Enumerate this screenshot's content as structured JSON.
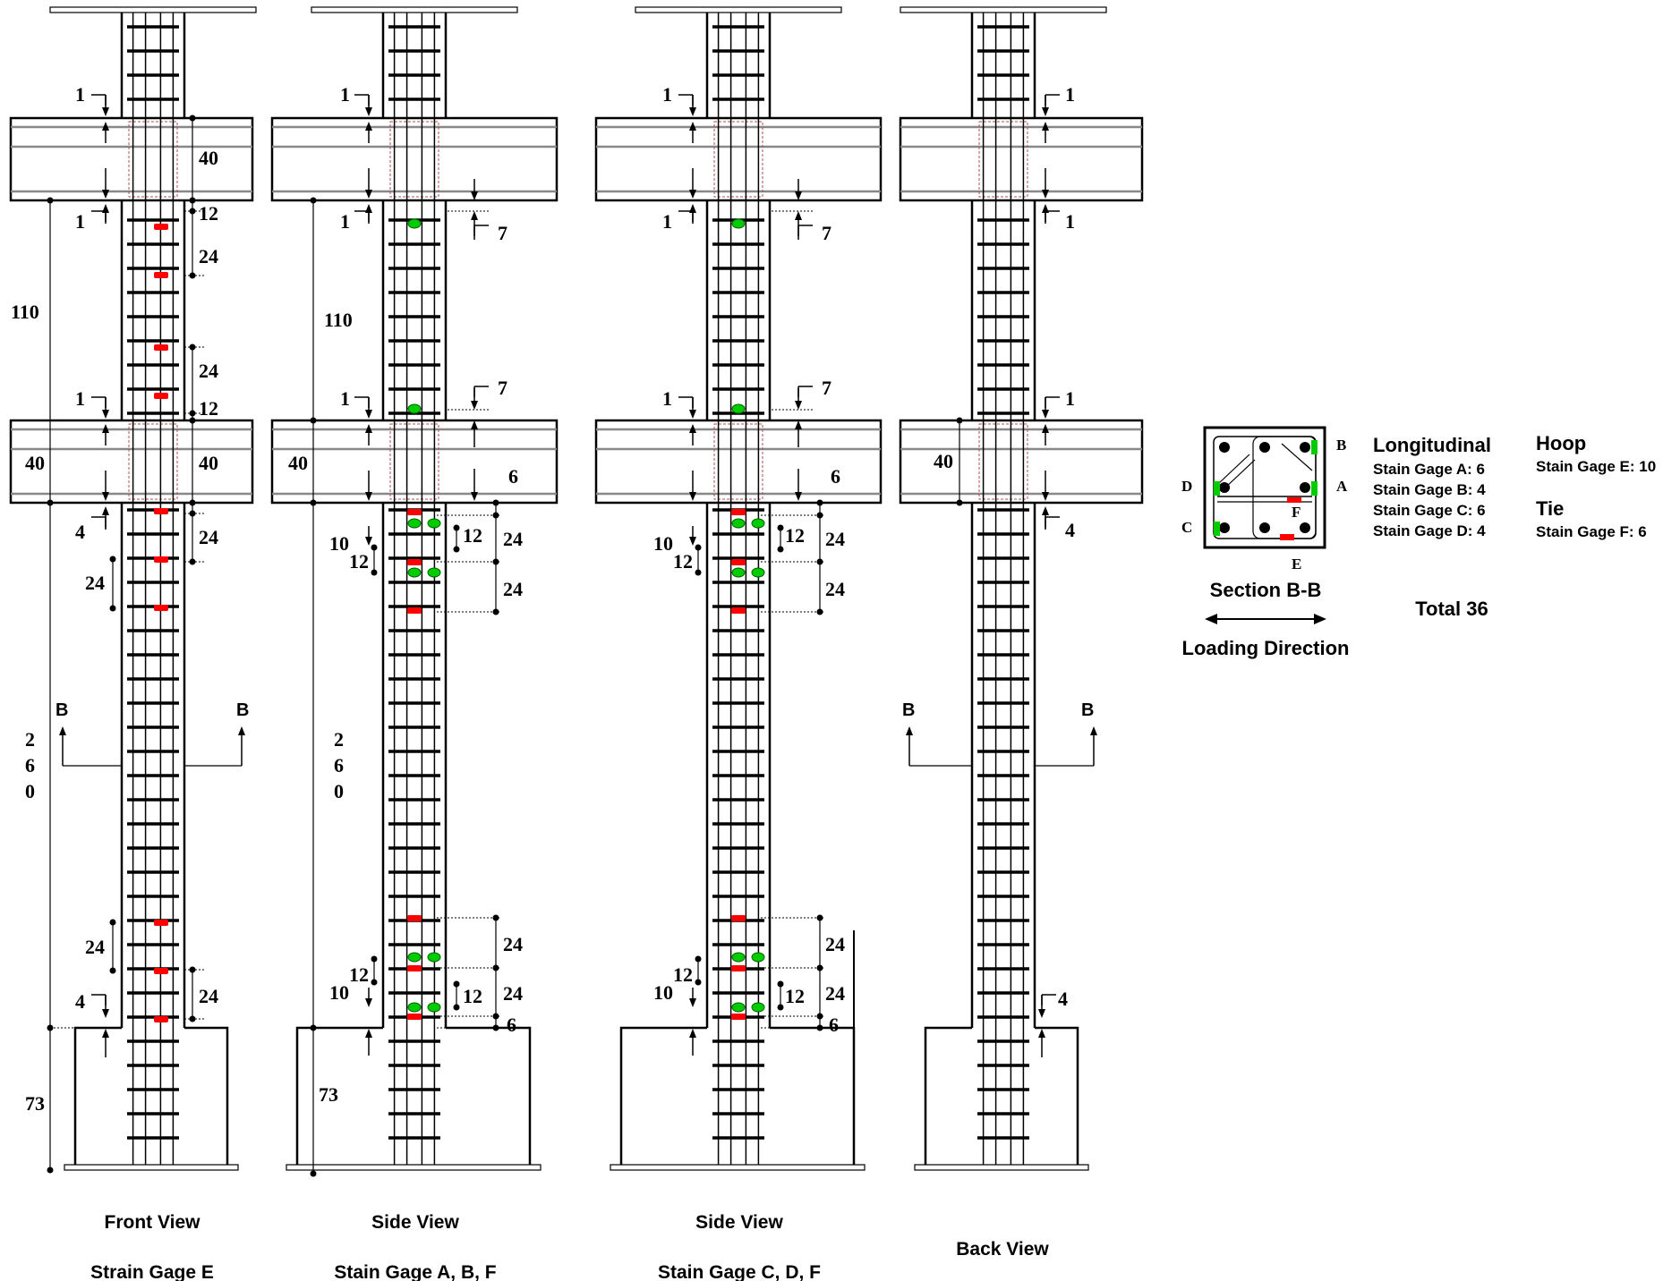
{
  "colors": {
    "ink": "#000000",
    "rebar": "#888888",
    "gauge_red": "#ff0000",
    "gauge_green": "#00cc00",
    "joint_detail": "#b05050"
  },
  "views": [
    {
      "title": "Front View",
      "subtitle": "Strain Gage E"
    },
    {
      "title": "Side View",
      "subtitle": "Stain Gage A, B, F"
    },
    {
      "title": "Side View",
      "subtitle": "Stain Gage C, D, F"
    },
    {
      "title": "Back View",
      "subtitle": ""
    }
  ],
  "front_dims": {
    "top_cover": "1",
    "bot_cover": "1",
    "beam_depth": "40",
    "gap12": "12",
    "s24a": "24",
    "clear": "110",
    "s24b": "24",
    "gap12b": "12",
    "beam2_left": "40",
    "beam2_right": "40",
    "cover1b": "1",
    "cover4": "4",
    "s24c": "24",
    "s24d": "24",
    "height": "260",
    "s24e": "24",
    "s24f": "24",
    "cover4b": "4",
    "base": "73"
  },
  "side1_dims": {
    "c1": "1",
    "c2": "1",
    "d7": "7",
    "clear": "110",
    "c3": "1",
    "d7b": "7",
    "beam": "40",
    "d6": "6",
    "d10": "10",
    "d12": "12",
    "d12b": "12",
    "s24a": "24",
    "s24b": "24",
    "height": "260",
    "s24c": "24",
    "d12c": "12",
    "d10b": "10",
    "d12d": "12",
    "s24d": "24",
    "d6b": "6",
    "base": "73"
  },
  "side2_dims": {
    "c1": "1",
    "c2": "1",
    "d7": "7",
    "c3": "1",
    "d7b": "7",
    "d6": "6",
    "d10": "10",
    "d12": "12",
    "d12b": "12",
    "s24a": "24",
    "s24b": "24",
    "s24c": "24",
    "d12c": "12",
    "d10b": "10",
    "d12d": "12",
    "s24d": "24",
    "d6b": "6"
  },
  "back_dims": {
    "c1": "1",
    "c2": "1",
    "c3": "1",
    "beam": "40",
    "c4": "4",
    "c5": "4"
  },
  "section_markers": {
    "left": "B",
    "right": "B"
  },
  "section": {
    "title": "Section B-B",
    "loading": "Loading Direction",
    "labels": {
      "A": "A",
      "B": "B",
      "C": "C",
      "D": "D",
      "E": "E",
      "F": "F"
    }
  },
  "legend": {
    "longitudinal": {
      "title": "Longitudinal",
      "items": [
        "Stain Gage A: 6",
        "Stain Gage B: 4",
        "Stain Gage C: 6",
        "Stain Gage D: 4"
      ]
    },
    "hoop": {
      "title": "Hoop",
      "items": [
        "Stain Gage E: 10"
      ]
    },
    "tie": {
      "title": "Tie",
      "items": [
        "Stain Gage F: 6"
      ]
    },
    "total": "Total 36"
  }
}
